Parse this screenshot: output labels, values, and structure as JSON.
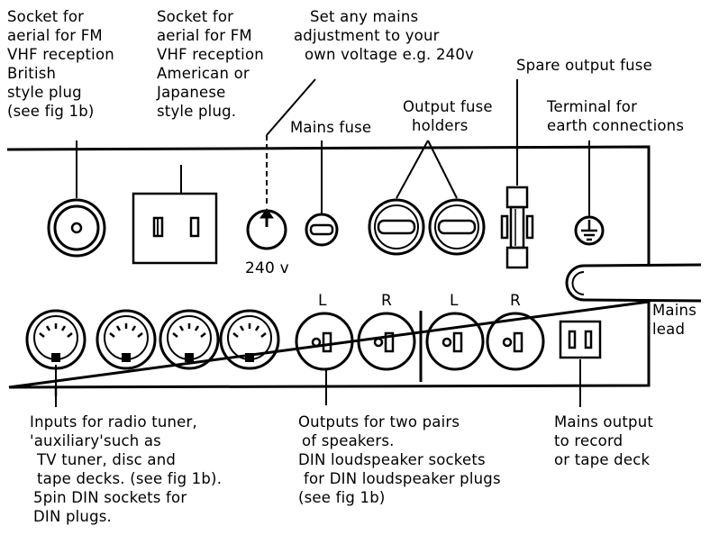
{
  "callouts": {
    "fm_british": [
      "Socket for",
      "aerial for FM",
      "VHF reception",
      "British",
      "style plug",
      "(see fig 1b)"
    ],
    "fm_american": [
      "Socket for",
      "aerial for FM",
      "VHF reception",
      "American or",
      "Japanese",
      "style plug."
    ],
    "voltage": [
      "Set any mains",
      "adjustment to your",
      "own voltage e.g. 240v"
    ],
    "spare_fuse": [
      "Spare output fuse"
    ],
    "mains_fuse": [
      "Mains fuse"
    ],
    "output_fuse_holders": [
      "Output fuse",
      "holders"
    ],
    "earth_terminal": [
      "Terminal for",
      "earth connections"
    ],
    "mains_lead": [
      "Mains",
      "lead"
    ],
    "inputs": [
      "Inputs for radio tuner,",
      "'auxiliary'such as",
      "TV tuner, disc and",
      "tape decks. (see fig 1b).",
      "5pin DIN sockets for",
      "DIN plugs."
    ],
    "outputs": [
      "Outputs for two pairs",
      "of speakers.",
      "DIN loudspeaker sockets",
      "for DIN loudspeaker plugs",
      "(see fig 1b)"
    ],
    "mains_output": [
      "Mains output",
      "to record",
      "or tape deck"
    ]
  },
  "panel_text": {
    "voltage_setting": "240 v",
    "speaker_labels": [
      "L",
      "R",
      "L",
      "R"
    ]
  }
}
